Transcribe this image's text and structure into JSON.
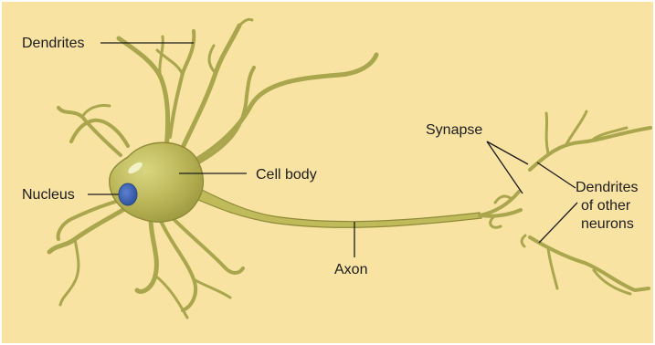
{
  "diagram": {
    "labels": {
      "dendrites": "Dendrites",
      "nucleus": "Nucleus",
      "cell_body": "Cell body",
      "axon": "Axon",
      "synapse": "Synapse",
      "dendrites_other_1": "Dendrites",
      "dendrites_other_2": "of other",
      "dendrites_other_3": "neurons"
    },
    "colors": {
      "background": "#f8e3a3",
      "neuron_fill": "#bfbb5b",
      "neuron_stroke": "#8e8a38",
      "nucleus": "#3d63b2"
    }
  }
}
